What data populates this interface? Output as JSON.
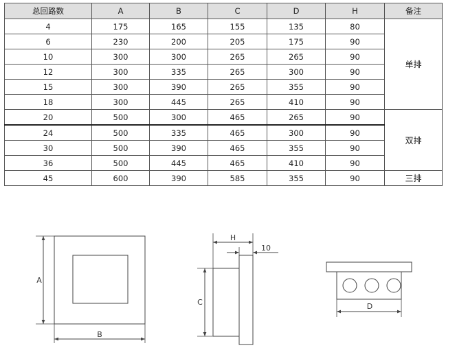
{
  "table": {
    "headers": [
      "总回路数",
      "A",
      "B",
      "C",
      "D",
      "H",
      "备注"
    ],
    "rows": [
      [
        "4",
        "175",
        "165",
        "155",
        "135",
        "80"
      ],
      [
        "6",
        "230",
        "200",
        "205",
        "175",
        "90"
      ],
      [
        "10",
        "300",
        "300",
        "265",
        "265",
        "90"
      ],
      [
        "12",
        "300",
        "335",
        "265",
        "300",
        "90"
      ],
      [
        "15",
        "300",
        "390",
        "265",
        "355",
        "90"
      ],
      [
        "18",
        "300",
        "445",
        "265",
        "410",
        "90"
      ],
      [
        "20",
        "500",
        "300",
        "465",
        "265",
        "90"
      ],
      [
        "24",
        "500",
        "335",
        "465",
        "300",
        "90"
      ],
      [
        "30",
        "500",
        "390",
        "465",
        "355",
        "90"
      ],
      [
        "36",
        "500",
        "445",
        "465",
        "410",
        "90"
      ],
      [
        "45",
        "600",
        "390",
        "585",
        "355",
        "90"
      ]
    ],
    "notes": [
      "单排",
      "双排",
      "三排"
    ]
  },
  "drawings": {
    "front_label_A": "A",
    "front_label_B": "B",
    "side_label_H": "H",
    "side_label_10": "10",
    "side_label_C": "C",
    "top_label_D": "D"
  }
}
